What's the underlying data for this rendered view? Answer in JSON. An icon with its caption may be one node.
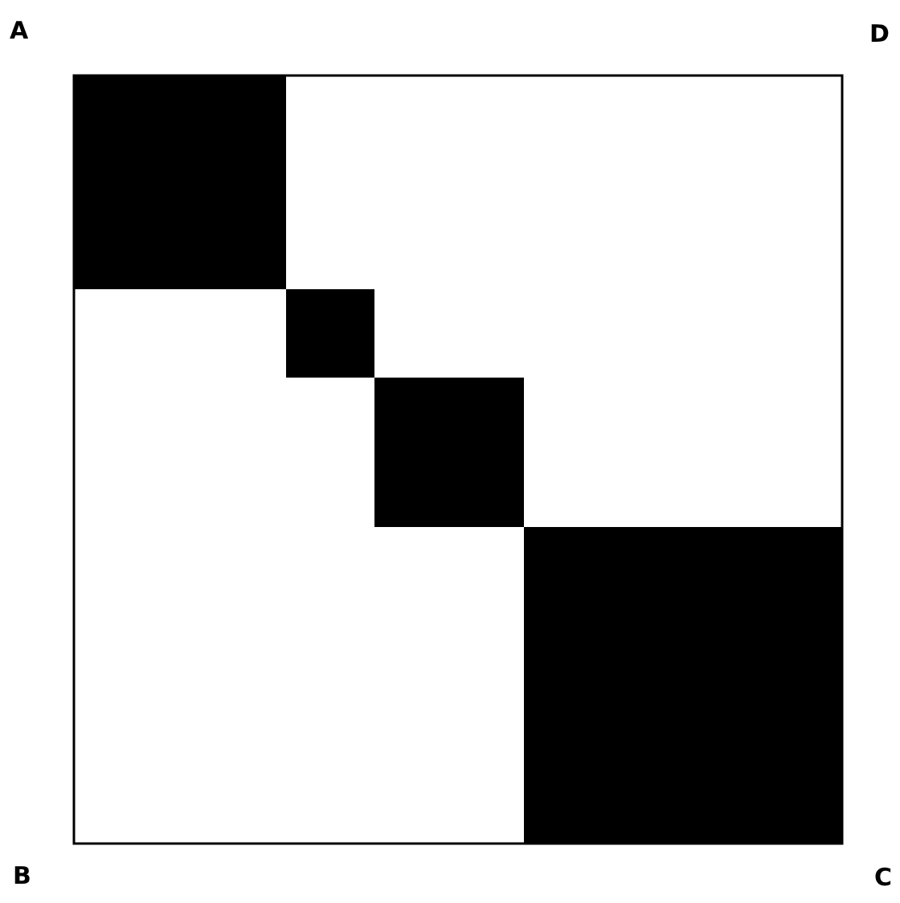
{
  "diagram": {
    "labels": [
      "A",
      "D",
      "B",
      "C"
    ]
  }
}
